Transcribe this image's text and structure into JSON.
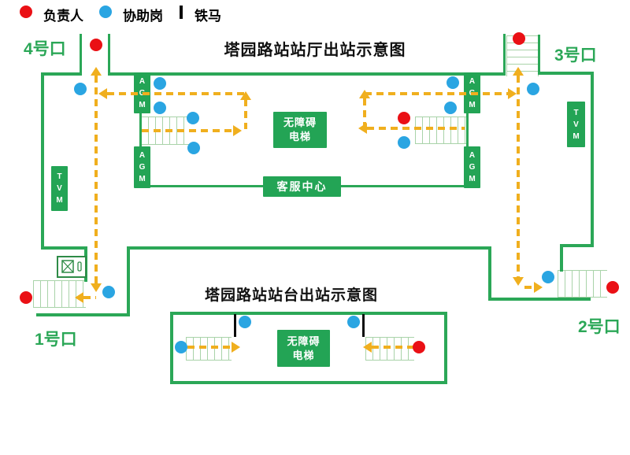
{
  "titles": {
    "concourse": "塔园路站站厅出站示意图",
    "platform": "塔园路站站台出站示意图"
  },
  "exits": {
    "exit1": "1号口",
    "exit2": "2号口",
    "exit3": "3号口",
    "ex4": "4号口"
  },
  "equipment": {
    "agm": [
      "A",
      "G",
      "M"
    ],
    "tvm": [
      "T",
      "V",
      "M"
    ],
    "elevator": [
      "无障碍",
      "电梯"
    ],
    "service_center": "客服中心"
  },
  "legend": {
    "manager": "负责人",
    "assistant": "协助岗",
    "barrier": "铁马"
  },
  "colors": {
    "wall": "#2BA757",
    "box": "#23A455",
    "arrow": "#F0AF1E",
    "manager_red": "#EA1015",
    "assistant_blue": "#2AA5E2",
    "stairs": "#A9D3A9",
    "barrier": "#0B0B0B",
    "title": "#111111"
  }
}
